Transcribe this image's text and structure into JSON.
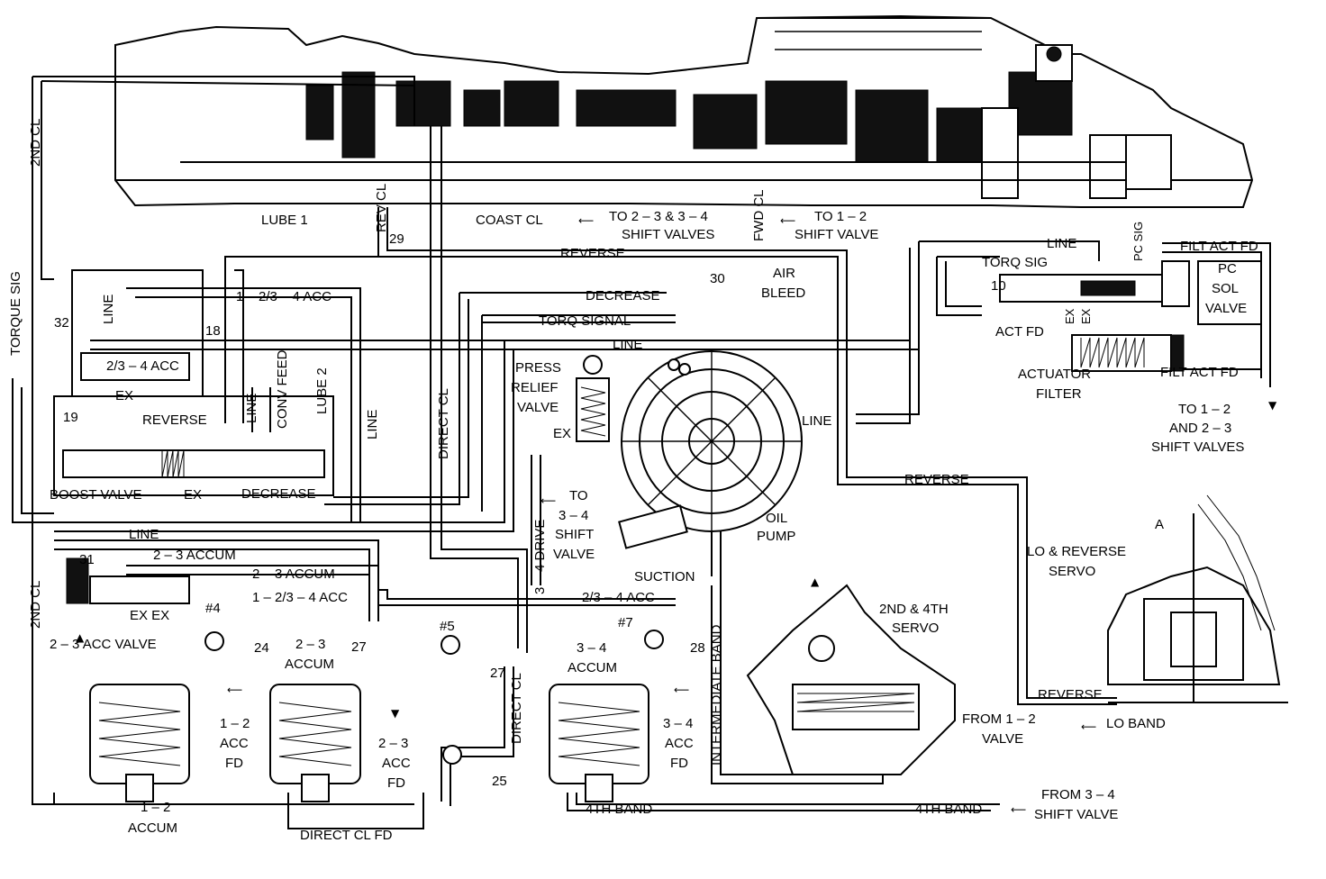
{
  "diagram": {
    "transmission_labels": {
      "lube1": "LUBE 1",
      "rev_cl": "REV CL",
      "num29": "29",
      "coast_cl": "COAST CL",
      "to_23_34": "TO 2 – 3 & 3 – 4",
      "shift_valves": "SHIFT VALVES",
      "fwd_cl": "FWD CL",
      "to_12": "TO 1 – 2",
      "shift_valve": "SHIFT VALVE",
      "pc_sig": "PC SIG"
    },
    "lines": {
      "reverse_top": "REVERSE",
      "line_top": "LINE",
      "torq_sig": "TORQ SIG",
      "num10": "10",
      "filt_act_fd_top": "FILT ACT FD",
      "pc_sol_valve_1": "PC",
      "pc_sol_valve_2": "SOL",
      "pc_sol_valve_3": "VALVE",
      "ex1": "EX",
      "ex2": "EX",
      "act_fd": "ACT FD",
      "actuator_filter_1": "ACTUATOR",
      "actuator_filter_2": "FILTER",
      "filt_act_fd_bottom": "FILT ACT FD",
      "to_12_23_1": "TO 1 – 2",
      "to_12_23_2": "AND 2 – 3",
      "to_12_23_3": "SHIFT VALVES",
      "second_cl_top": "2ND CL",
      "torque_sig_vertical": "TORQUE SIG",
      "second_cl_bottom": "2ND CL",
      "num32": "32",
      "line_v1": "LINE",
      "acc_1234": "1 – 2/3 – 4 ACC",
      "num18": "18",
      "acc_234_valve": "2/3 – 4 ACC",
      "ex_a": "EX",
      "num19": "19",
      "reverse_mid": "REVERSE",
      "line_v2": "LINE",
      "conv_feed": "CONV FEED",
      "lube2": "LUBE 2",
      "line_v3": "LINE",
      "boost_valve": "BOOST VALVE",
      "ex_b": "EX",
      "decrease_bottom": "DECREASE",
      "decrease_top": "DECREASE",
      "torq_signal": "TORQ SIGNAL",
      "line_mid": "LINE",
      "num30": "30",
      "air_bleed_1": "AIR",
      "air_bleed_2": "BLEED",
      "press_relief_1": "PRESS",
      "press_relief_2": "RELIEF",
      "press_relief_3": "VALVE",
      "ex_c": "EX",
      "direct_cl_vertical": "DIRECT CL",
      "line_pump": "LINE",
      "reverse_right": "REVERSE",
      "oil_pump_1": "OIL",
      "oil_pump_2": "PUMP",
      "suction": "SUCTION",
      "drive_34": "3 – 4 DRIVE",
      "to_34_1": "TO",
      "to_34_2": "3 – 4",
      "to_34_3": "SHIFT",
      "to_34_4": "VALVE",
      "line_acc": "LINE",
      "num31": "31",
      "accum_23_a": "2 – 3 ACCUM",
      "accum_23_b": "2 – 3 ACCUM",
      "acc_1234_b": "1 – 2/3 – 4 ACC",
      "acc_234_c": "2/3 – 4 ACC",
      "ex_ex": "EX EX",
      "acc_valve_23": "2 – 3 ACC VALVE",
      "ball4": "#4",
      "ball5": "#5",
      "ball7": "#7",
      "num24": "24",
      "num27a": "27",
      "num27b": "27",
      "num28": "28",
      "num25": "25",
      "accum_23_1": "2 – 3",
      "accum_23_2": "ACCUM",
      "accum_34_1": "3 – 4",
      "accum_34_2": "ACCUM",
      "acc_fd_12_1": "1 – 2",
      "acc_fd_12_2": "ACC",
      "acc_fd_12_3": "FD",
      "acc_fd_23_1": "2 – 3",
      "acc_fd_23_2": "ACC",
      "acc_fd_23_3": "FD",
      "acc_fd_34_1": "3 – 4",
      "acc_fd_34_2": "ACC",
      "acc_fd_34_3": "FD",
      "direct_cl_v2": "DIRECT CL",
      "intermediate_band": "INTERMEDIATE BAND",
      "accum_12_1": "1 – 2",
      "accum_12_2": "ACCUM",
      "direct_cl_fd": "DIRECT CL FD",
      "fourth_band_a": "4TH BAND",
      "fourth_band_b": "4TH BAND",
      "from_34_1": "FROM 3 – 4",
      "from_34_2": "SHIFT VALVE",
      "servo_24_1": "2ND & 4TH",
      "servo_24_2": "SERVO",
      "lo_rev_servo_1": "LO & REVERSE",
      "lo_rev_servo_2": "SERVO",
      "reverse_servo": "REVERSE",
      "from_12_1": "FROM 1 – 2",
      "from_12_2": "VALVE",
      "lo_band": "LO BAND",
      "a_mark": "A"
    }
  }
}
